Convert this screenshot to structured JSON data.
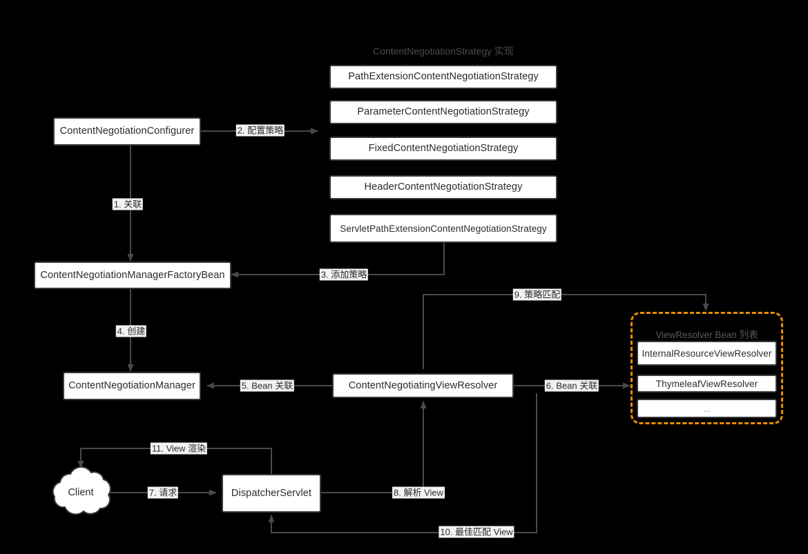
{
  "diagram": {
    "title_strategy_group": "ContentNegotiationStrategy 实现",
    "title_viewresolver_group": "ViewResolver Bean 列表"
  },
  "strategies": [
    {
      "label": "PathExtensionContentNegotiationStrategy"
    },
    {
      "label": "ParameterContentNegotiationStrategy"
    },
    {
      "label": "FixedContentNegotiationStrategy"
    },
    {
      "label": "HeaderContentNegotiationStrategy"
    },
    {
      "label": "ServletPathExtensionContentNegotiationStrategy"
    }
  ],
  "nodes": {
    "configurer": "ContentNegotiationConfigurer",
    "factory_bean": "ContentNegotiationManagerFactoryBean",
    "manager": "ContentNegotiationManager",
    "cnvr": "ContentNegotiatingViewResolver",
    "dispatcher": "DispatcherServlet",
    "client": "Client"
  },
  "view_resolvers": [
    {
      "label": "InternalResourceViewResolver"
    },
    {
      "label": "ThymeleafViewResolver"
    },
    {
      "label": "..."
    }
  ],
  "edges": [
    {
      "id": "e1",
      "label": "1. 关联"
    },
    {
      "id": "e2",
      "label": "2. 配置策略"
    },
    {
      "id": "e3",
      "label": "3. 添加策略"
    },
    {
      "id": "e4",
      "label": "4. 创建"
    },
    {
      "id": "e5",
      "label": "5. Bean 关联"
    },
    {
      "id": "e6",
      "label": "6. Bean 关联"
    },
    {
      "id": "e7",
      "label": "7. 请求"
    },
    {
      "id": "e8",
      "label": "8. 解析 View"
    },
    {
      "id": "e9",
      "label": "9. 策略匹配"
    },
    {
      "id": "e10",
      "label": "10. 最佳匹配 View"
    },
    {
      "id": "e11",
      "label": "11. View 渲染"
    }
  ],
  "colors": {
    "background": "#000000",
    "node_border": "#3a3a3a",
    "node_fill": "#ffffff",
    "edge": "#4a4a4a",
    "accent_dashed": "#ee8c00",
    "label_bg": "#f2f2f2"
  }
}
